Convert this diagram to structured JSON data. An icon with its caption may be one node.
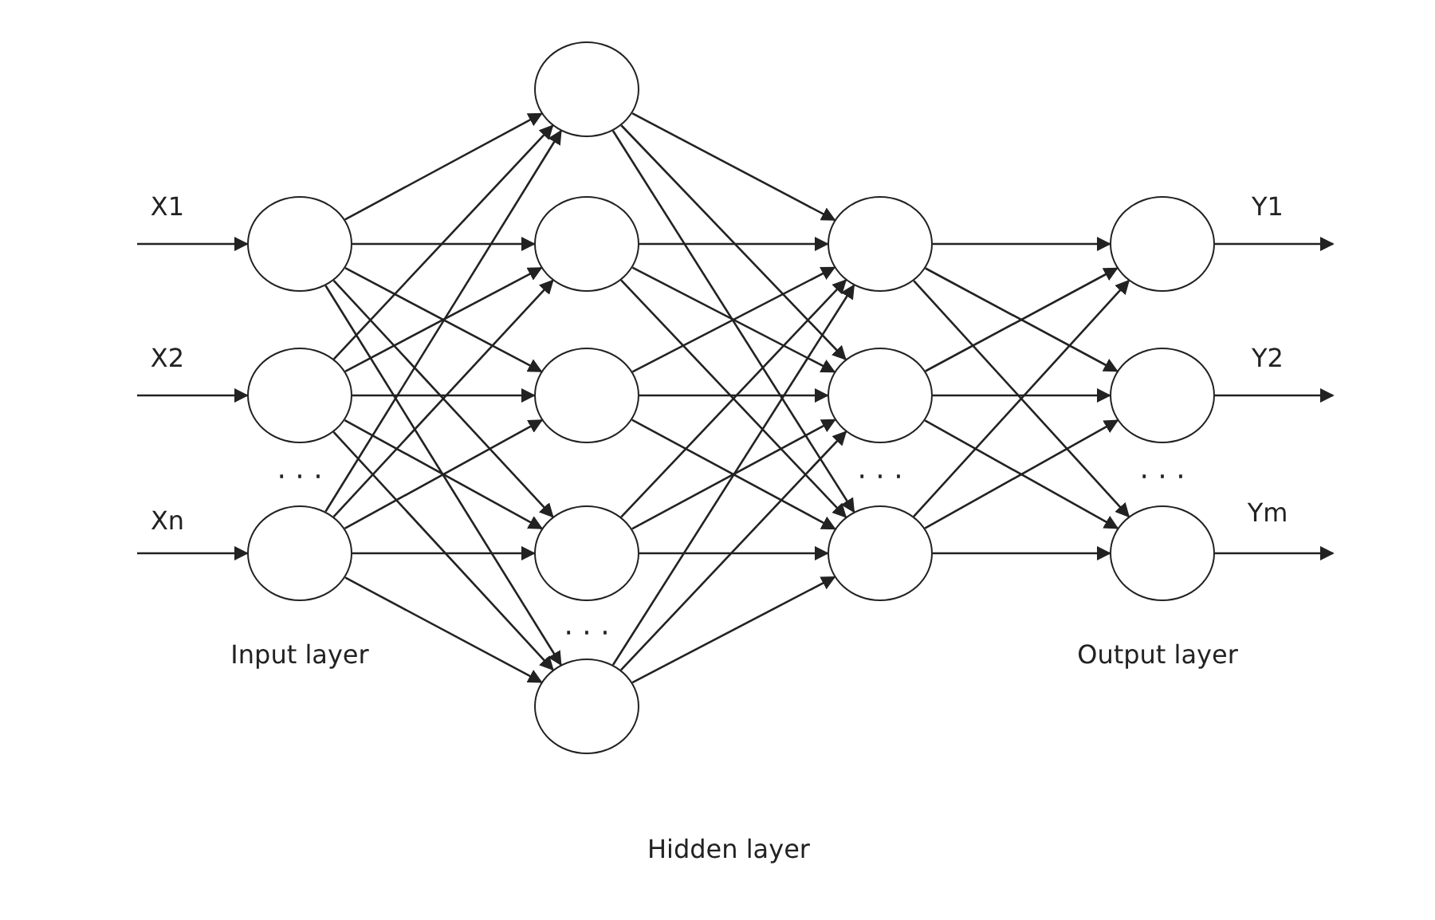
{
  "diagram": {
    "nodes": [
      {
        "text": [],
        "shape": "circle"
      },
      {
        "text": [],
        "shape": "circle"
      },
      {
        "text": [],
        "shape": "circle"
      },
      {
        "text": [],
        "shape": "circle"
      },
      {
        "text": [],
        "shape": "circle"
      },
      {
        "text": [],
        "shape": "circle"
      },
      {
        "text": [],
        "shape": "circle"
      },
      {
        "text": [],
        "shape": "circle"
      },
      {
        "text": [],
        "shape": "circle"
      },
      {
        "text": [],
        "shape": "circle"
      },
      {
        "text": [],
        "shape": "circle"
      },
      {
        "text": [],
        "shape": "circle"
      },
      {
        "text": [],
        "shape": "circle"
      },
      {
        "text": [],
        "shape": "circle"
      }
    ],
    "edges": [
      {
        "from": null,
        "to": 0,
        "arrow": "to",
        "label": "X1"
      },
      {
        "from": null,
        "to": 1,
        "arrow": "to",
        "label": "X2"
      },
      {
        "from": null,
        "to": 2,
        "arrow": "to",
        "label": "Xn"
      },
      {
        "from": 0,
        "to": 3,
        "arrow": "to"
      },
      {
        "from": 0,
        "to": 4,
        "arrow": "to"
      },
      {
        "from": 0,
        "to": 5,
        "arrow": "to"
      },
      {
        "from": 0,
        "to": 6,
        "arrow": "to"
      },
      {
        "from": 0,
        "to": 7,
        "arrow": "to"
      },
      {
        "from": 1,
        "to": 3,
        "arrow": "to"
      },
      {
        "from": 1,
        "to": 4,
        "arrow": "to"
      },
      {
        "from": 1,
        "to": 5,
        "arrow": "to"
      },
      {
        "from": 1,
        "to": 6,
        "arrow": "to"
      },
      {
        "from": 1,
        "to": 7,
        "arrow": "to"
      },
      {
        "from": 2,
        "to": 3,
        "arrow": "to"
      },
      {
        "from": 2,
        "to": 4,
        "arrow": "to"
      },
      {
        "from": 2,
        "to": 5,
        "arrow": "to"
      },
      {
        "from": 2,
        "to": 6,
        "arrow": "to"
      },
      {
        "from": 2,
        "to": 7,
        "arrow": "to"
      },
      {
        "from": 3,
        "to": 8,
        "arrow": "to"
      },
      {
        "from": 3,
        "to": 9,
        "arrow": "to"
      },
      {
        "from": 3,
        "to": 10,
        "arrow": "to"
      },
      {
        "from": 4,
        "to": 8,
        "arrow": "to"
      },
      {
        "from": 4,
        "to": 9,
        "arrow": "to"
      },
      {
        "from": 4,
        "to": 10,
        "arrow": "to"
      },
      {
        "from": 5,
        "to": 8,
        "arrow": "to"
      },
      {
        "from": 5,
        "to": 9,
        "arrow": "to"
      },
      {
        "from": 5,
        "to": 10,
        "arrow": "to"
      },
      {
        "from": 6,
        "to": 8,
        "arrow": "to"
      },
      {
        "from": 6,
        "to": 9,
        "arrow": "to"
      },
      {
        "from": 6,
        "to": 10,
        "arrow": "to"
      },
      {
        "from": 7,
        "to": 8,
        "arrow": "to"
      },
      {
        "from": 7,
        "to": 9,
        "arrow": "to"
      },
      {
        "from": 7,
        "to": 10,
        "arrow": "to"
      },
      {
        "from": 8,
        "to": 11,
        "arrow": "to"
      },
      {
        "from": 8,
        "to": 12,
        "arrow": "to"
      },
      {
        "from": 8,
        "to": 13,
        "arrow": "to"
      },
      {
        "from": 9,
        "to": 11,
        "arrow": "to"
      },
      {
        "from": 9,
        "to": 12,
        "arrow": "to"
      },
      {
        "from": 9,
        "to": 13,
        "arrow": "to"
      },
      {
        "from": 10,
        "to": 11,
        "arrow": "to"
      },
      {
        "from": 10,
        "to": 12,
        "arrow": "to"
      },
      {
        "from": 10,
        "to": 13,
        "arrow": "to"
      },
      {
        "from": 11,
        "to": null,
        "arrow": "to",
        "label": "Y1"
      },
      {
        "from": 12,
        "to": null,
        "arrow": "to",
        "label": "Y2"
      },
      {
        "from": 13,
        "to": null,
        "arrow": "to",
        "label": "Ym"
      }
    ],
    "labels": [
      "· · ·",
      "· · ·",
      "· · ·",
      "· · ·",
      "Input layer",
      "Output layer",
      "Hidden layer"
    ]
  }
}
